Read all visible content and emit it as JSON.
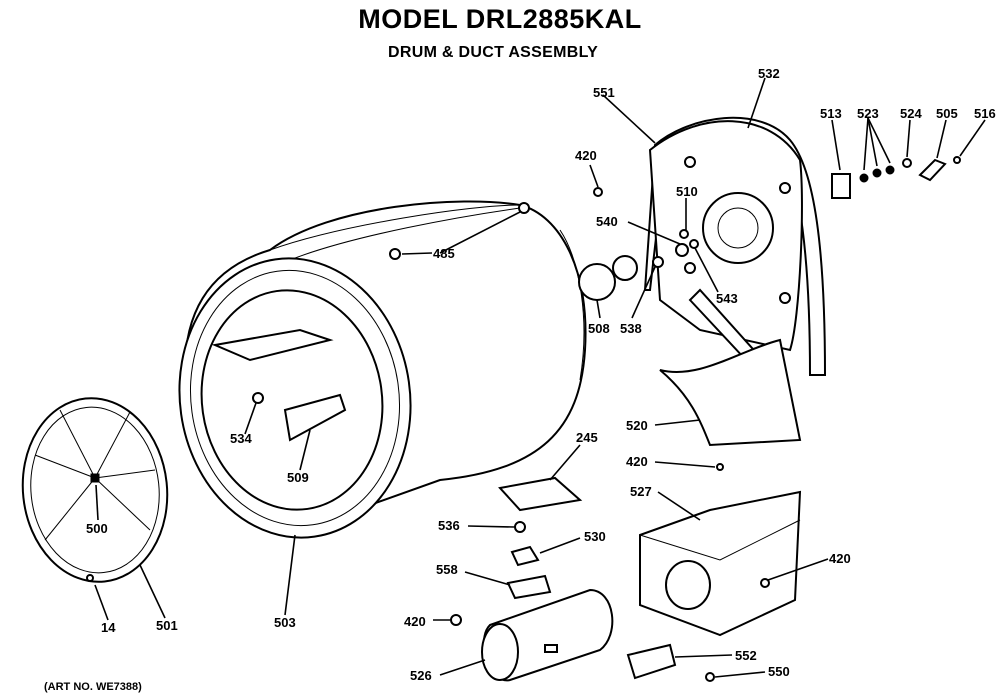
{
  "header": {
    "title": "MODEL DRL2885KAL",
    "subtitle": "DRUM & DUCT ASSEMBLY"
  },
  "footer": {
    "art_no": "(ART NO. WE7388)"
  },
  "callouts": {
    "c551": "551",
    "c532": "532",
    "c513": "513",
    "c523": "523",
    "c524": "524",
    "c505": "505",
    "c516": "516",
    "c420a": "420",
    "c510": "510",
    "c540": "540",
    "c543": "543",
    "c485": "485",
    "c508": "508",
    "c538": "538",
    "c520": "520",
    "c420b": "420",
    "c245": "245",
    "c527": "527",
    "c534": "534",
    "c509": "509",
    "c500": "500",
    "c501": "501",
    "c14": "14",
    "c503": "503",
    "c536": "536",
    "c530": "530",
    "c558": "558",
    "c420c": "420",
    "c420d": "420",
    "c526": "526",
    "c552": "552",
    "c550": "550"
  }
}
